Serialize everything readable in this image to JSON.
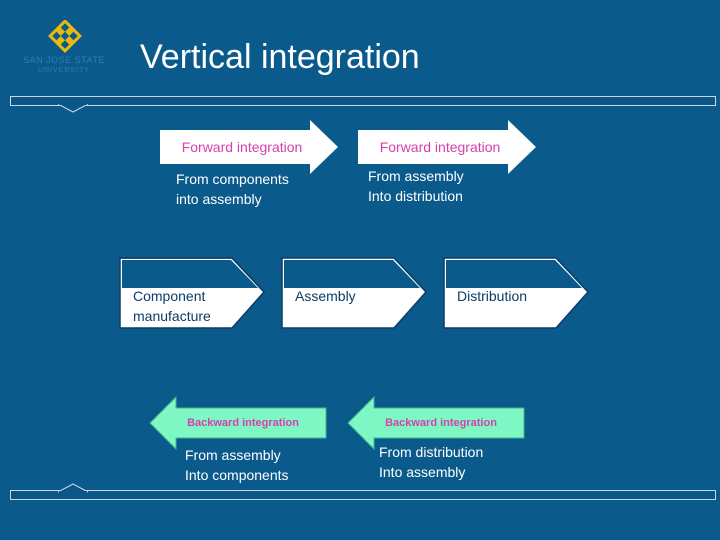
{
  "title": "Vertical integration",
  "logo": {
    "name": "SAN JOSE STATE",
    "sub": "UNIVERSITY"
  },
  "forward": [
    {
      "label": "Forward integration",
      "lines": [
        "From components",
        "into assembly"
      ]
    },
    {
      "label": "Forward integration",
      "lines": [
        "From assembly",
        "Into distribution"
      ]
    }
  ],
  "stages": [
    {
      "lines": [
        "Component",
        "manufacture"
      ]
    },
    {
      "lines": [
        "Assembly"
      ]
    },
    {
      "lines": [
        "Distribution"
      ]
    }
  ],
  "backward": [
    {
      "label": "Backward integration",
      "lines": [
        "From assembly",
        "Into components"
      ]
    },
    {
      "label": "Backward integration",
      "lines": [
        "From distribution",
        "Into assembly"
      ]
    }
  ],
  "colors": {
    "background": "#0b5a8c",
    "arrow_fill": "#ffffff",
    "backward_fill": "#7ef7c4",
    "label_pink": "#d63fae"
  }
}
